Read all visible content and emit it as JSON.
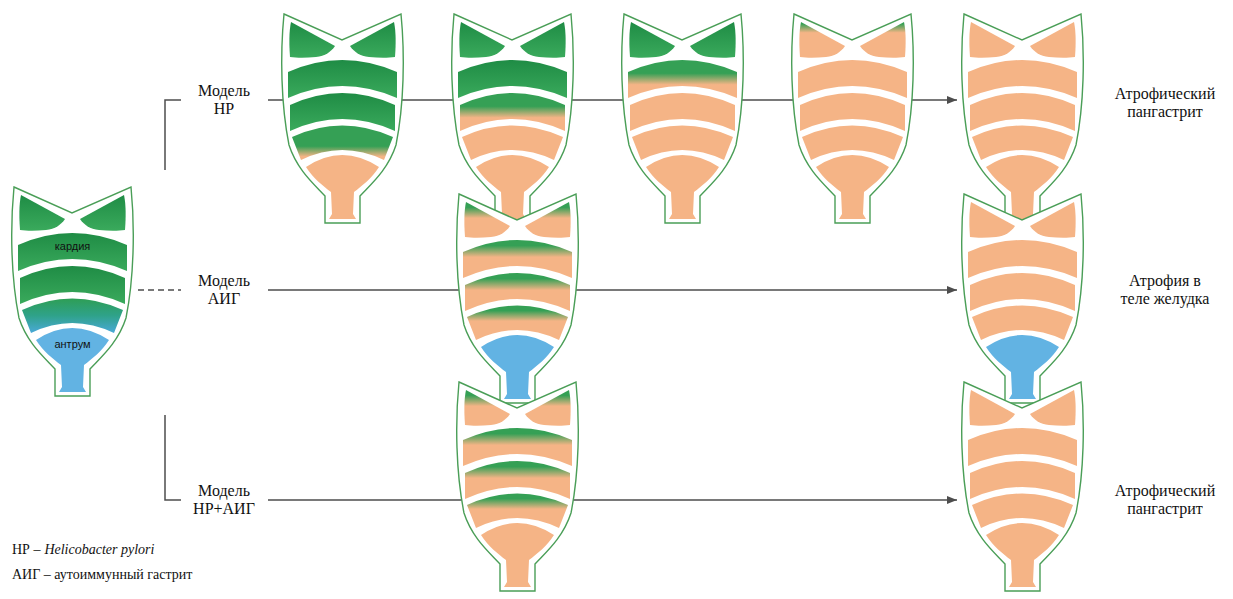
{
  "diagram": {
    "nodes": [
      {
        "text": [
          "кардия",
          "антрум"
        ]
      }
    ],
    "labels": [
      "Модель НР",
      "Атрофический пангастрит",
      "Модель АИГ",
      "Атрофия в теле желудка",
      "Модель НР+АИГ",
      "Атрофический пангастрит",
      "НР –",
      "Helicobacter pylori",
      "АИГ – аутоиммунный гастрит"
    ]
  }
}
